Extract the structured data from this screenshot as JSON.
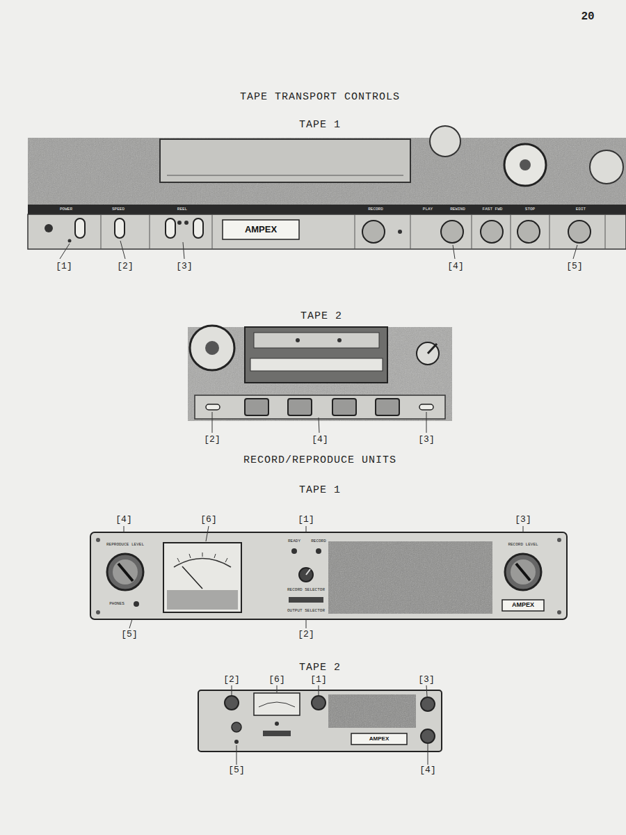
{
  "diagram": {
    "title": "TAPE TRANSPORT CONTROLS",
    "labels": [
      "20",
      "TAPE 1",
      "POWER",
      "SPEED",
      "REEL",
      "RECORD",
      "PLAY",
      "REWIND",
      "FAST FWD",
      "STOP",
      "EDIT",
      "AMPEX",
      "[1]",
      "[2]",
      "[3]",
      "[4]",
      "[5]",
      "TAPE 2",
      "[2]",
      "[4]",
      "[3]",
      "RECORD/REPRODUCE UNITS",
      "TAPE 1",
      "[4]",
      "[6]",
      "[1]",
      "[3]",
      "REPRODUCE LEVEL",
      "PHONES",
      "READY",
      "RECORD",
      "RECORD SELECTOR",
      "OUTPUT SELECTOR",
      "RECORD LEVEL",
      "AMPEX",
      "[5]",
      "[2]",
      "TAPE 2",
      "[2]",
      "[6]",
      "[1]",
      "[3]",
      "AMPEX",
      "[5]",
      "[4]"
    ]
  }
}
